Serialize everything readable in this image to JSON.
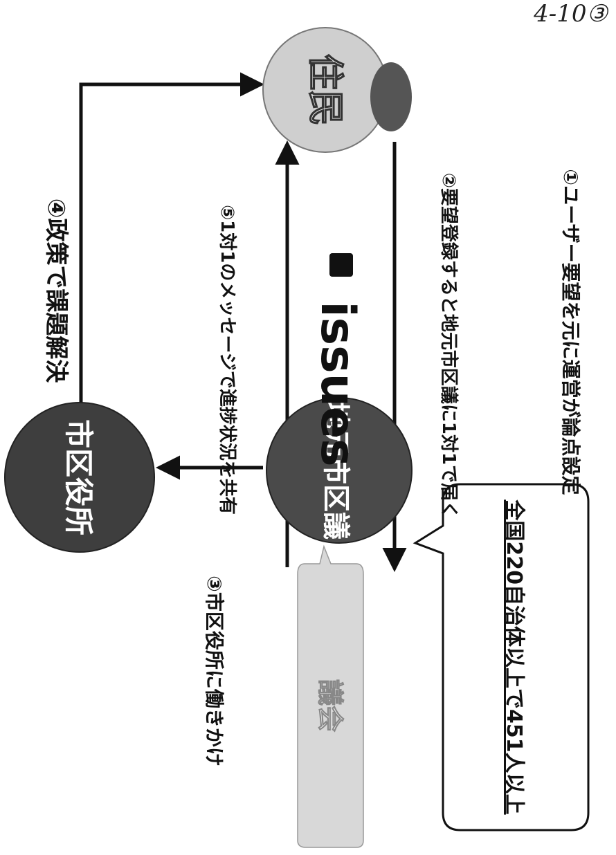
{
  "document_ref": "4-10③",
  "center_logo": "issues",
  "nodes": {
    "residents": "住民",
    "local_councilor": "地元市区議",
    "city_office": "市区役所",
    "council_badge": "議会"
  },
  "steps": {
    "step1": "①ユーザー要望を元に運営が論点設定",
    "step2": "②要望登録すると地元市区議に1対1で届く",
    "step3": "③市区役所に働きかけ",
    "step4": "④政策で課題解決",
    "step5": "⑤1対1のメッセージで進捗状況を共有"
  },
  "callout": {
    "text": "全国220自治体以上で451人以上"
  },
  "colors": {
    "line": "#111111",
    "circle_light": "#cfcfcf",
    "circle_dark": "#4a4a4a",
    "badge": "#d8d8d8"
  }
}
